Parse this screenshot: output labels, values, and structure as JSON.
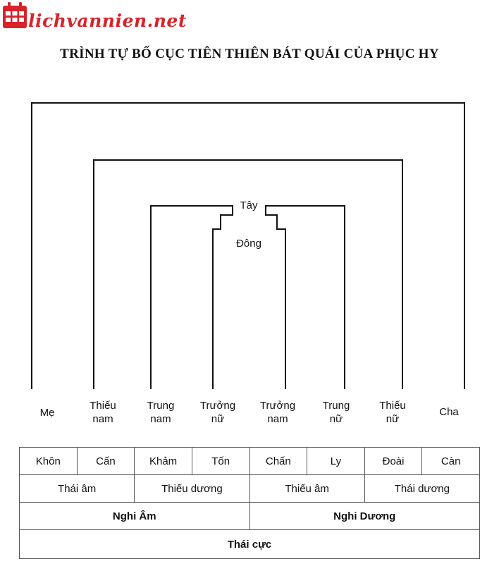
{
  "brand": {
    "name": "lichvannien.net",
    "icon": "calendar-icon",
    "color": "#d8232a"
  },
  "title": "TRÌNH TỰ BỐ CỤC TIÊN THIÊN BÁT QUÁI CỦA PHỤC HY",
  "diagram": {
    "top_label": "Tây",
    "mid_label": "Đông",
    "figures": [
      {
        "line1": "Mẹ",
        "line2": ""
      },
      {
        "line1": "Thiếu",
        "line2": "nam"
      },
      {
        "line1": "Trung",
        "line2": "nam"
      },
      {
        "line1": "Trưởng",
        "line2": "nữ"
      },
      {
        "line1": "Trưởng",
        "line2": "nam"
      },
      {
        "line1": "Trung",
        "line2": "nữ"
      },
      {
        "line1": "Thiếu",
        "line2": "nữ"
      },
      {
        "line1": "Cha",
        "line2": ""
      }
    ]
  },
  "table": {
    "trigrams": [
      "Khôn",
      "Cấn",
      "Khảm",
      "Tốn",
      "Chấn",
      "Ly",
      "Đoài",
      "Càn"
    ],
    "four_images": [
      "Thái âm",
      "Thiếu dương",
      "Thiếu âm",
      "Thái dương"
    ],
    "two_modes": [
      "Nghi Âm",
      "Nghi Dương"
    ],
    "supreme": "Thái cực"
  }
}
